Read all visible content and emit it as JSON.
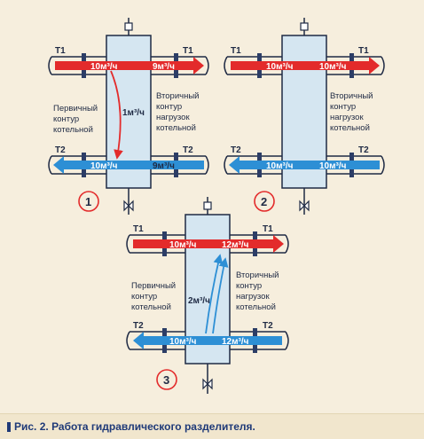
{
  "diagrams": [
    {
      "number": "1",
      "t1_left": "T1",
      "t1_right": "T1",
      "t2_left": "T2",
      "t2_right": "T2",
      "top_left_flow": "10м³/ч",
      "top_right_flow": "9м³/ч",
      "bottom_left_flow": "10м³/ч",
      "bottom_right_flow": "9м³/ч",
      "inner_flow": "1м³/ч",
      "primary_label": [
        "Первичный",
        "контур",
        "котельной"
      ],
      "secondary_label": [
        "Вторичный",
        "контур",
        "нагрузок",
        "котельной"
      ]
    },
    {
      "number": "2",
      "t1_left": "T1",
      "t1_right": "T1",
      "t2_left": "T2",
      "t2_right": "T2",
      "top_left_flow": "10м³/ч",
      "top_right_flow": "10м³/ч",
      "bottom_left_flow": "10м³/ч",
      "bottom_right_flow": "10м³/ч",
      "secondary_label": [
        "Вторичный",
        "контур",
        "нагрузок",
        "котельной"
      ]
    },
    {
      "number": "3",
      "t1_left": "T1",
      "t1_right": "T1",
      "t2_left": "T2",
      "t2_right": "T2",
      "top_left_flow": "10м³/ч",
      "top_right_flow": "12м³/ч",
      "bottom_left_flow": "10м³/ч",
      "bottom_right_flow": "12м³/ч",
      "inner_flow": "2м³/ч",
      "primary_label": [
        "Первичный",
        "контур",
        "котельной"
      ],
      "secondary_label": [
        "Вторичный",
        "контур",
        "нагрузок",
        "котельной"
      ]
    }
  ],
  "caption": "Рис. 2. Работа гидравлического разделителя.",
  "colors": {
    "hot": "#e32b2b",
    "cold": "#2d8fd5",
    "vessel": "#d5e6f1",
    "outline": "#1f2a44",
    "flange": "#2c3d66",
    "label": "#1f3a78"
  }
}
